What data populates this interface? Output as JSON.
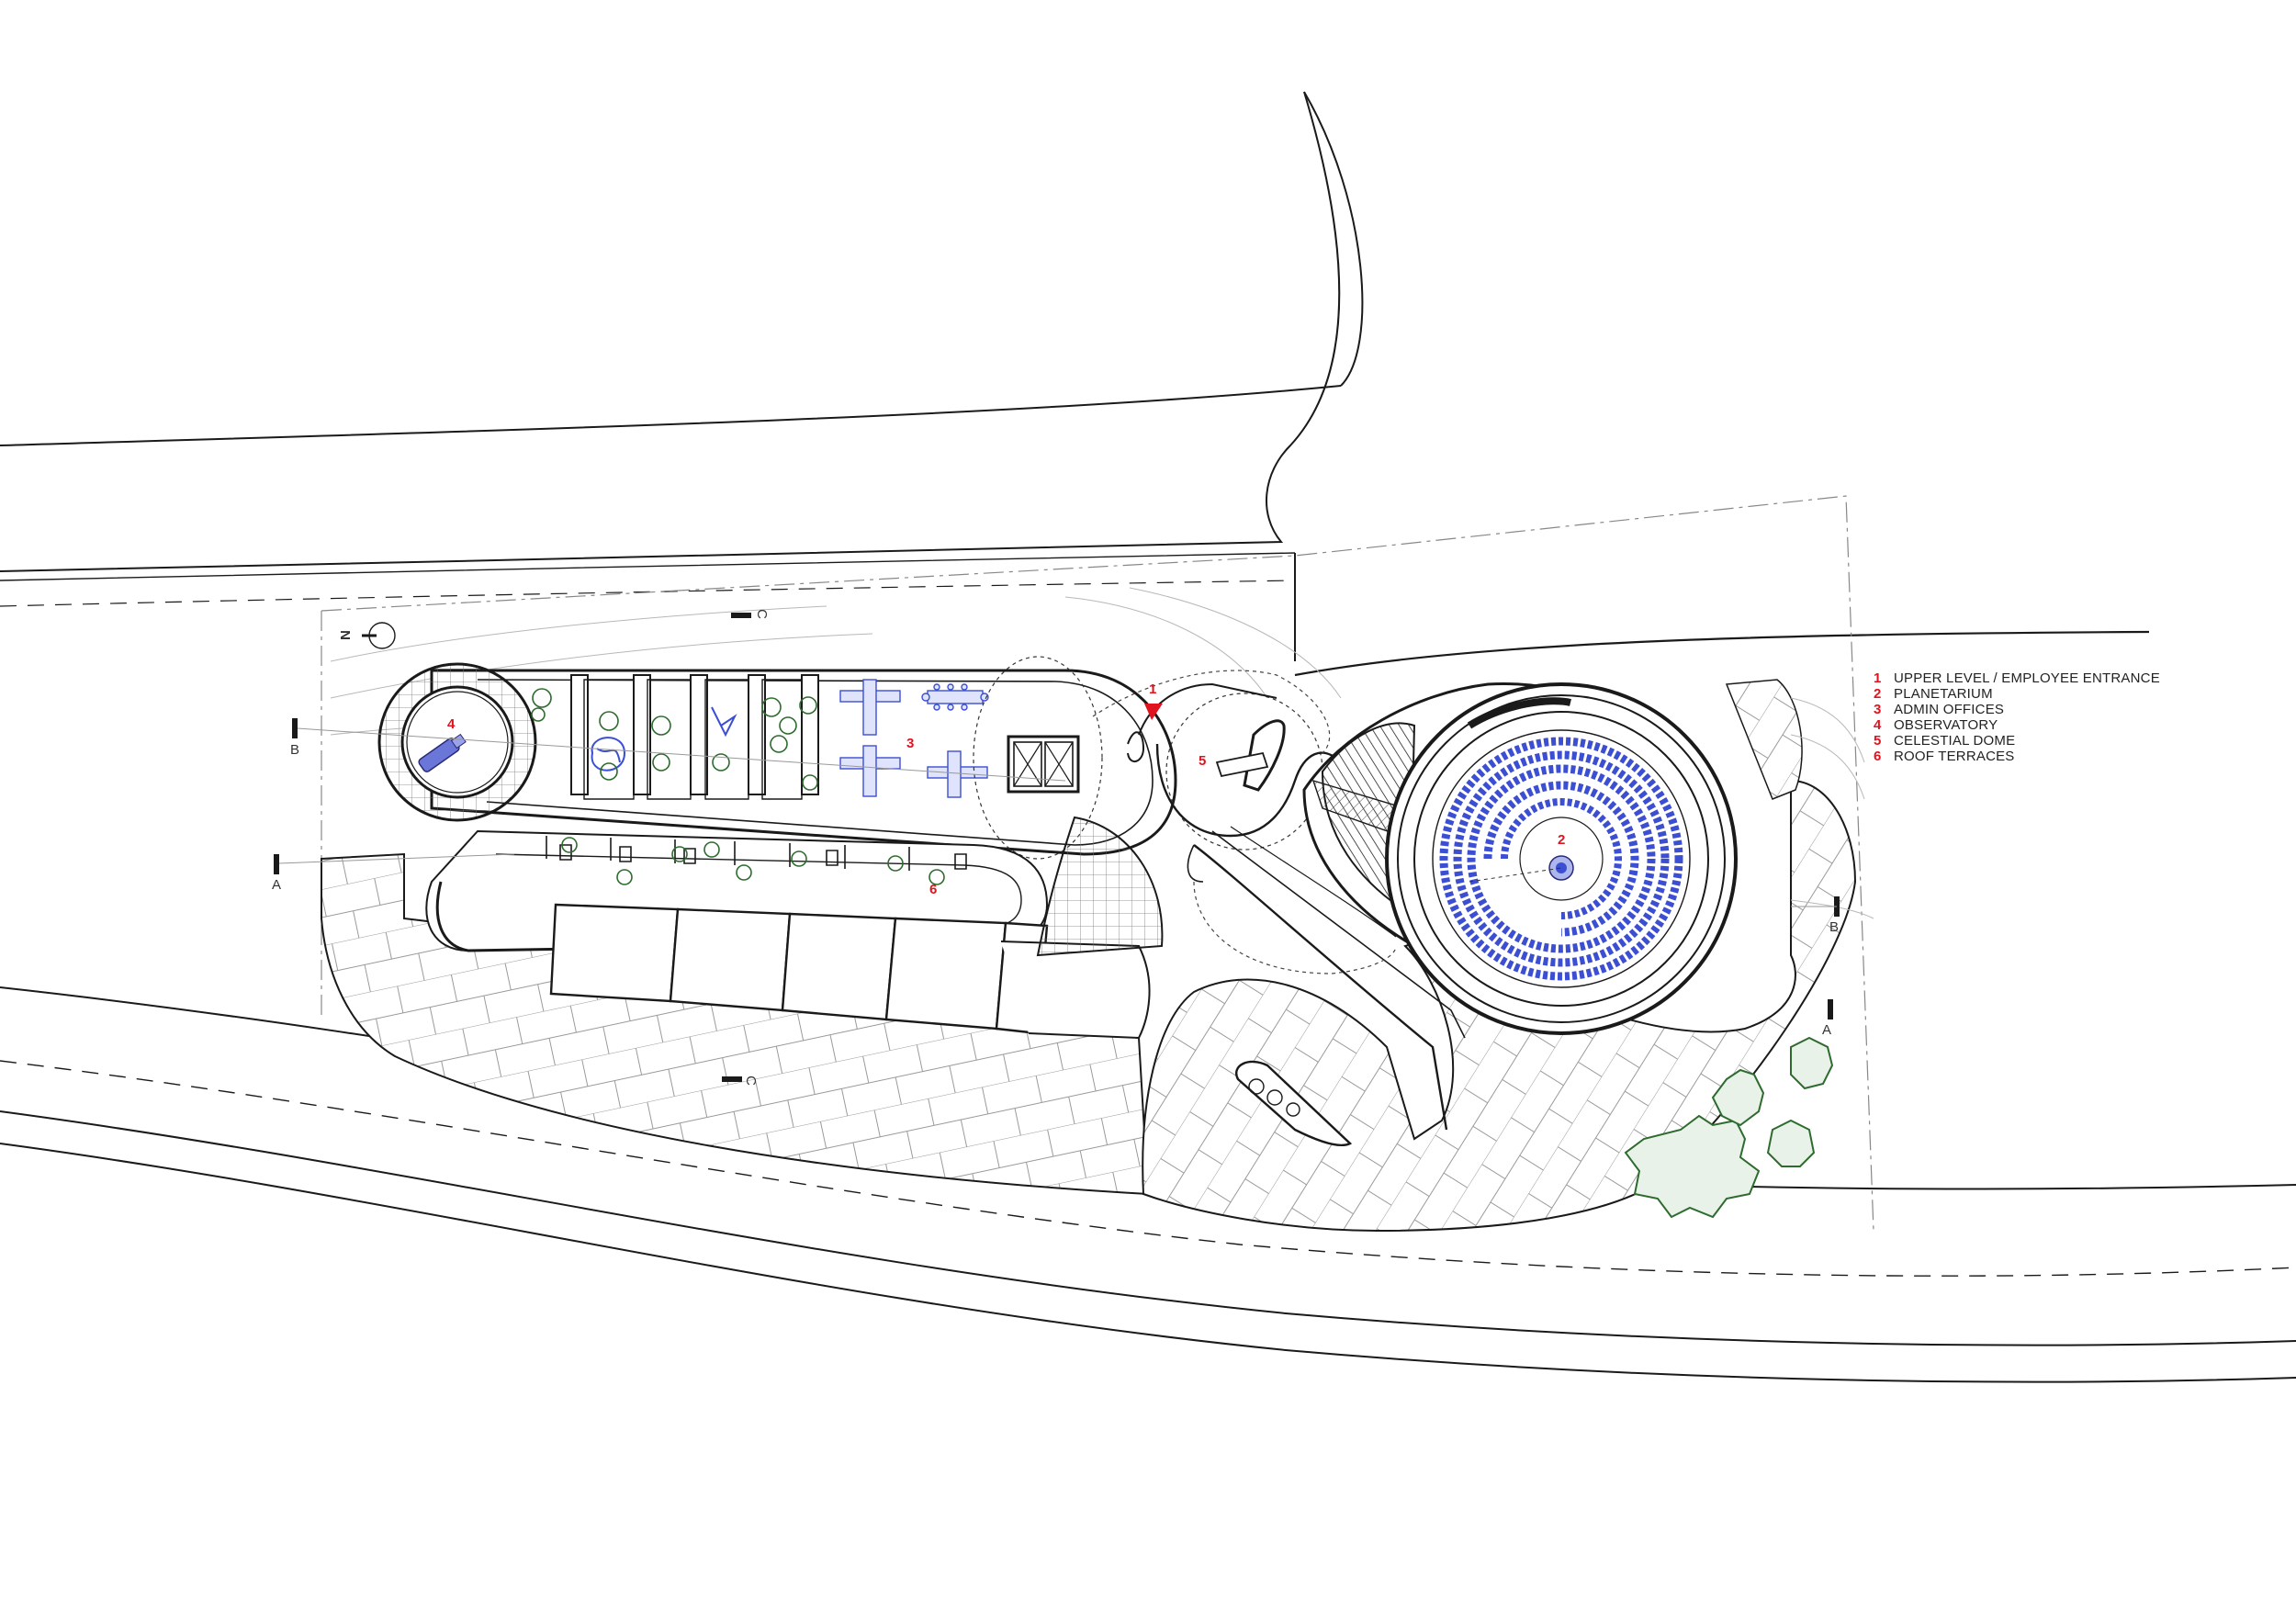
{
  "legend": {
    "items": [
      {
        "num": "1",
        "label": "UPPER LEVEL / EMPLOYEE ENTRANCE"
      },
      {
        "num": "2",
        "label": "PLANETARIUM"
      },
      {
        "num": "3",
        "label": "ADMIN OFFICES"
      },
      {
        "num": "4",
        "label": "OBSERVATORY"
      },
      {
        "num": "5",
        "label": "CELESTIAL DOME"
      },
      {
        "num": "6",
        "label": "ROOF TERRACES"
      }
    ]
  },
  "plan_labels": {
    "entrance": "1",
    "planetarium": "2",
    "admin_offices": "3",
    "observatory": "4",
    "celestial_dome": "5",
    "roof_terraces": "6"
  },
  "section_markers": {
    "a_left": "A",
    "a_right": "A",
    "b_left": "B",
    "b_right": "B",
    "c_top": "C",
    "c_bottom": "C"
  },
  "north": "N",
  "colors": {
    "line": "#1a1a1a",
    "accent_red": "#e0141e",
    "furniture_blue": "#3c4fd2",
    "tree_green": "#2e6b2e"
  },
  "icons": {
    "north_arrow": "north-arrow-icon",
    "entrance_marker": "triangle-marker-icon",
    "tree": "tree-icon"
  }
}
